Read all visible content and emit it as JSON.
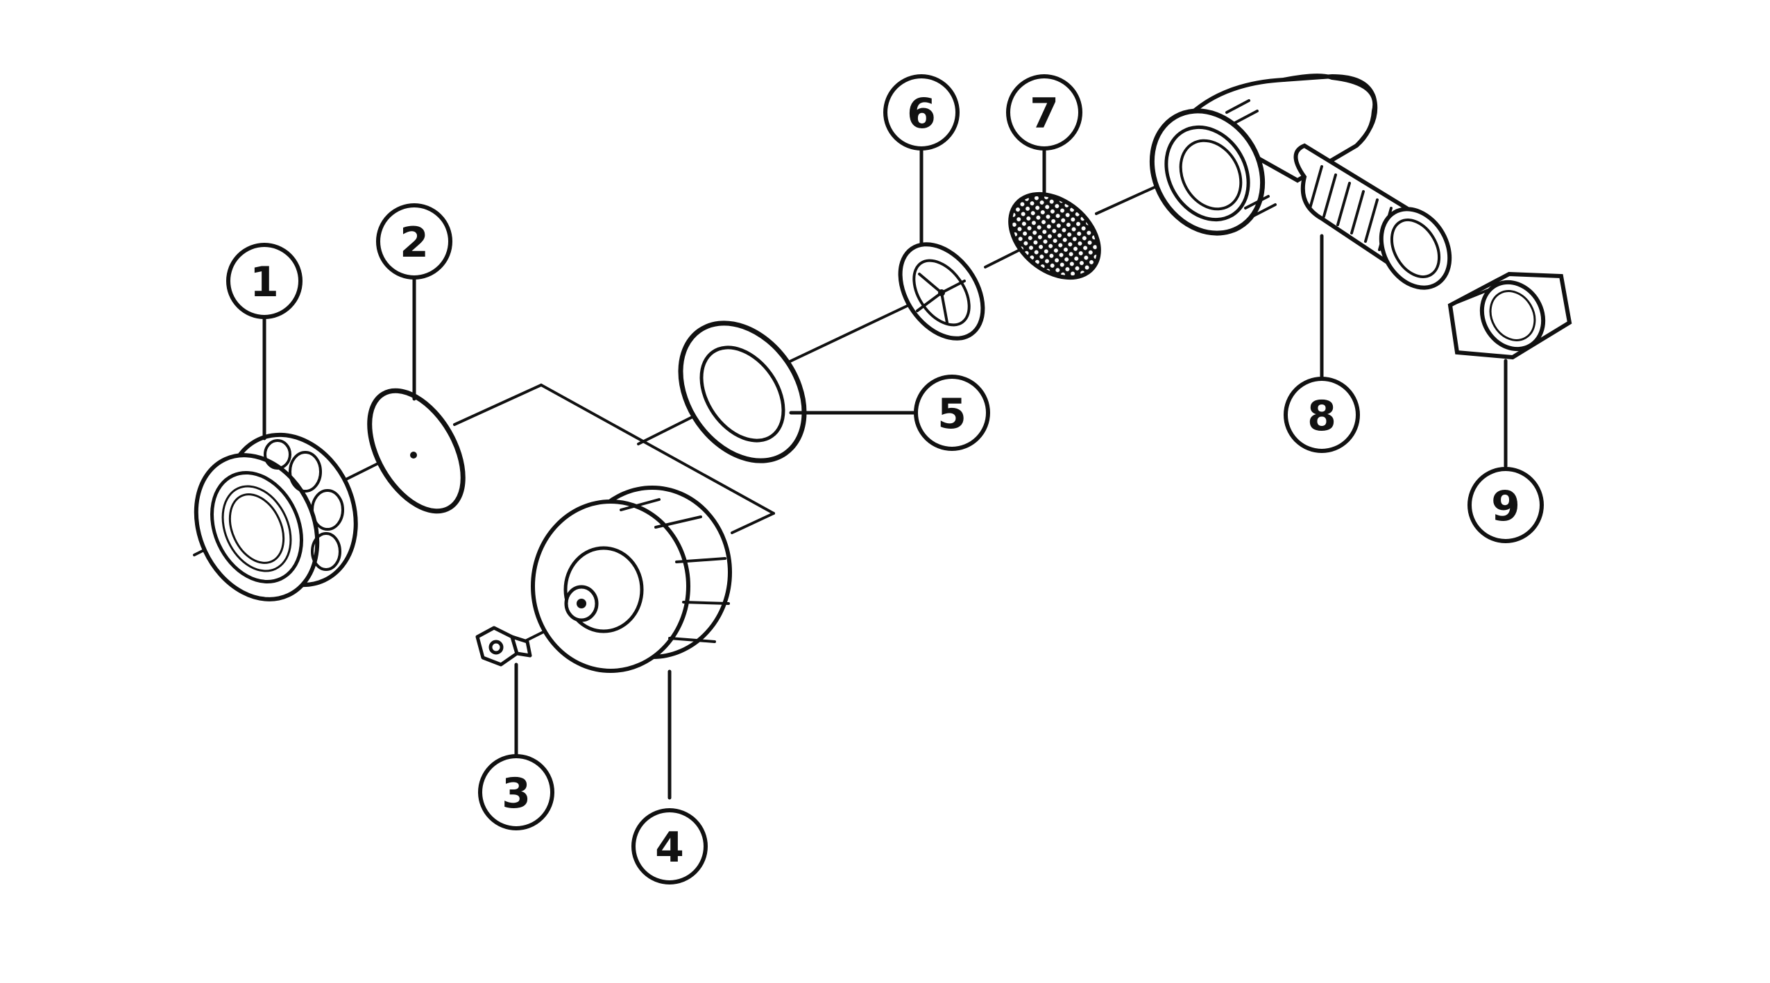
{
  "colors": {
    "ink": "#111111",
    "background": "#ffffff",
    "part_fill": "#ffffff"
  },
  "callouts": [
    {
      "number": "1",
      "part": "coupling-nut"
    },
    {
      "number": "2",
      "part": "washer-disc"
    },
    {
      "number": "3",
      "part": "small-hex-nut"
    },
    {
      "number": "4",
      "part": "union-cap"
    },
    {
      "number": "5",
      "part": "flat-gasket-ring"
    },
    {
      "number": "6",
      "part": "spoked-washer"
    },
    {
      "number": "7",
      "part": "mesh-strainer"
    },
    {
      "number": "8",
      "part": "threaded-elbow"
    },
    {
      "number": "9",
      "part": "hex-lock-nut"
    }
  ]
}
